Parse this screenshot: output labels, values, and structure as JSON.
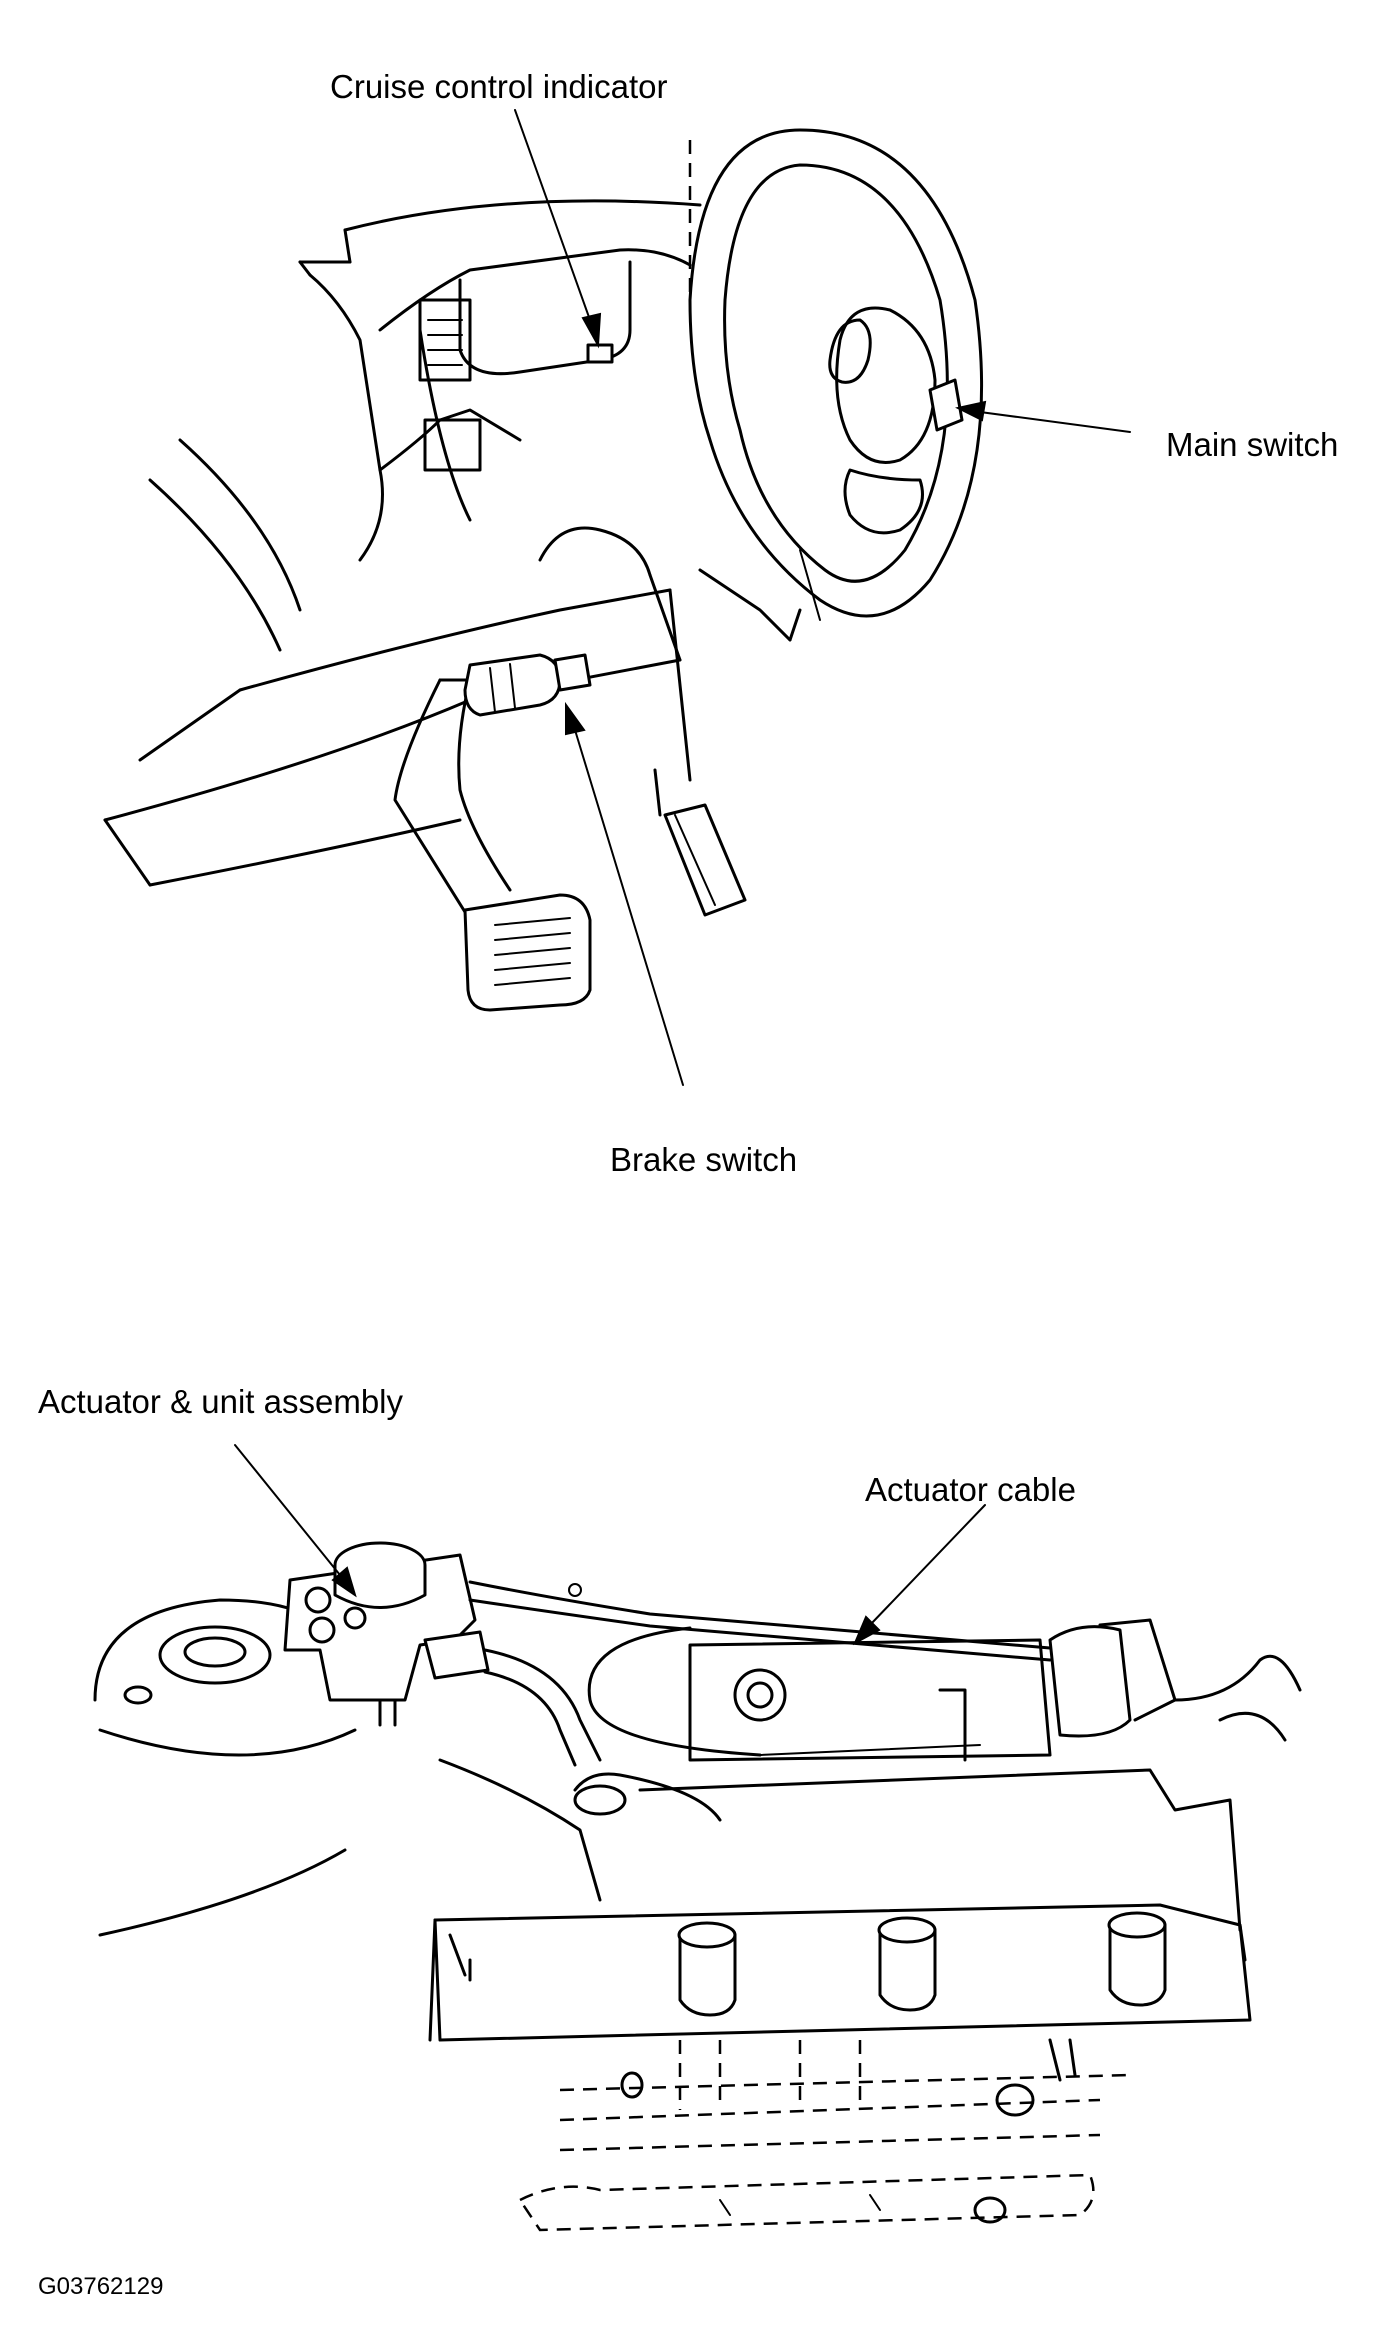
{
  "labels": {
    "cruise_indicator": "Cruise control indicator",
    "main_switch": "Main switch",
    "brake_switch": "Brake switch",
    "actuator_assembly": "Actuator & unit assembly",
    "actuator_cable": "Actuator cable"
  },
  "figure_code": "G03762129",
  "colors": {
    "line": "#000000",
    "background": "#ffffff"
  }
}
